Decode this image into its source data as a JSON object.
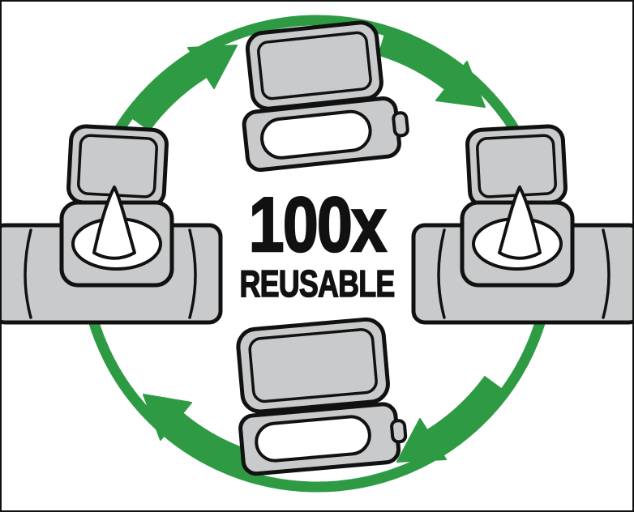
{
  "illustration": {
    "kind": "product-feature-cycle",
    "description": "Reusable wet-wipes packaging cycle: four green arrows rotating clockwise around wipe packs with flip-open lids"
  },
  "center": {
    "count": "100x",
    "label": "REUSABLE"
  },
  "colors": {
    "accent_green": "#2E9B44",
    "package_gray": "#C9CACB",
    "ink": "#111111",
    "background": "#FFFFFF"
  },
  "icons": [
    {
      "name": "cycle-ring",
      "meaning": "continuous reuse loop"
    },
    {
      "name": "cycle-arrow-top-left",
      "meaning": "clockwise rotation arrow"
    },
    {
      "name": "cycle-arrow-top-right",
      "meaning": "clockwise rotation arrow"
    },
    {
      "name": "cycle-arrow-bottom-right",
      "meaning": "clockwise rotation arrow"
    },
    {
      "name": "cycle-arrow-bottom-left",
      "meaning": "clockwise rotation arrow"
    },
    {
      "name": "wipes-case-open-top",
      "meaning": "hard wipes case with opened flip lid"
    },
    {
      "name": "wipes-case-open-bottom",
      "meaning": "hard wipes case with opened flip lid"
    },
    {
      "name": "wipes-soft-pack-left",
      "meaning": "soft wipes pack, lid open, wipe pulled out"
    },
    {
      "name": "wipes-soft-pack-right",
      "meaning": "soft wipes pack, lid open, wipe pulled out"
    }
  ]
}
